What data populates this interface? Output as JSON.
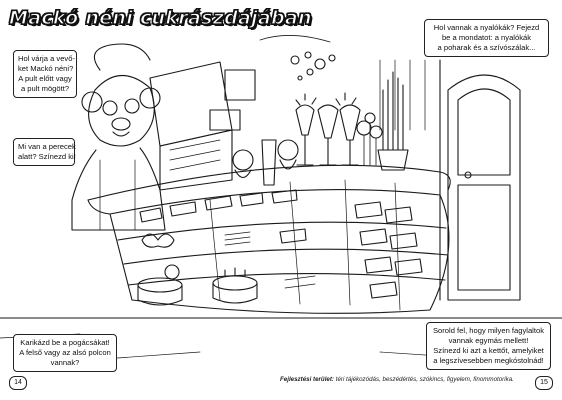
{
  "title": "Mackó néni cukrászdájában",
  "boxes": {
    "q_waiting": [
      "Hol várja a vevő-",
      "ket Mackó néni?",
      "A pult előtt vagy",
      "a pult mögött?"
    ],
    "q_pretzel": [
      "Mi van a perecek",
      "alatt? Színezd ki!"
    ],
    "q_ice_cream": [
      "Hol vannak a nyalókák? Fejezd",
      "be a mondatot: a nyalókák",
      "a poharak és a szívószálak..."
    ],
    "q_circle": [
      "Karikázd be a pogácsákat!",
      "A felső vagy az alsó polcon",
      "vannak?"
    ],
    "q_list": [
      "Sorold fel, hogy milyen fagylaltok",
      "vannak egymás mellett!",
      "Színezd ki azt a kettőt, amelyiket",
      "a legszívesebben megkóstolnád!"
    ]
  },
  "footer": {
    "label": "Fejlesztési terület:",
    "text": "téri tájékozódás, beszédértés, szókincs, figyelem, finommotorika."
  },
  "page_numbers": {
    "left": "14",
    "right": "15"
  }
}
